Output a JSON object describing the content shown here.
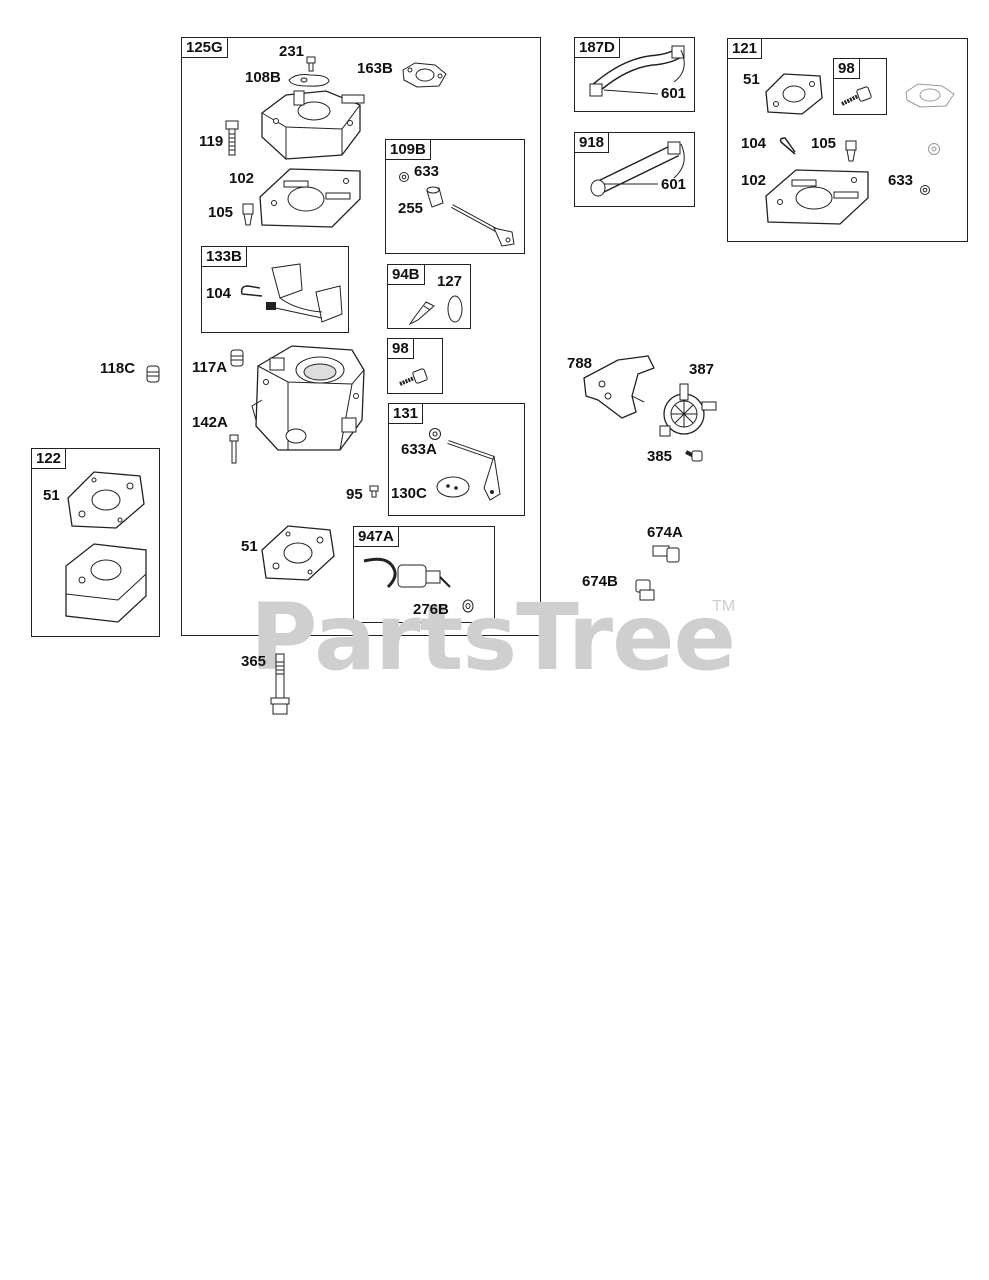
{
  "watermark": {
    "brand": "PartsTree",
    "trademark": "TM"
  },
  "boxes": {
    "b125G": "125G",
    "b109B": "109B",
    "b133B": "133B",
    "b94B": "94B",
    "b98a": "98",
    "b131": "131",
    "b947A": "947A",
    "b122": "122",
    "b187D": "187D",
    "b918": "918",
    "b121": "121",
    "b98b": "98"
  },
  "labels": {
    "l231": "231",
    "l108B": "108B",
    "l163B": "163B",
    "l119": "119",
    "l102a": "102",
    "l105a": "105",
    "l633a": "633",
    "l255": "255",
    "l104a": "104",
    "l127": "127",
    "l118C": "118C",
    "l117A": "117A",
    "l142A": "142A",
    "l633A": "633A",
    "l95": "95",
    "l130C": "130C",
    "l51a": "51",
    "l51b": "51",
    "l276B": "276B",
    "l365": "365",
    "l601a": "601",
    "l601b": "601",
    "l51c": "51",
    "l104b": "104",
    "l105b": "105",
    "l102b": "102",
    "l633b": "633",
    "l788": "788",
    "l387": "387",
    "l385": "385",
    "l674A": "674A",
    "l674B": "674B"
  }
}
